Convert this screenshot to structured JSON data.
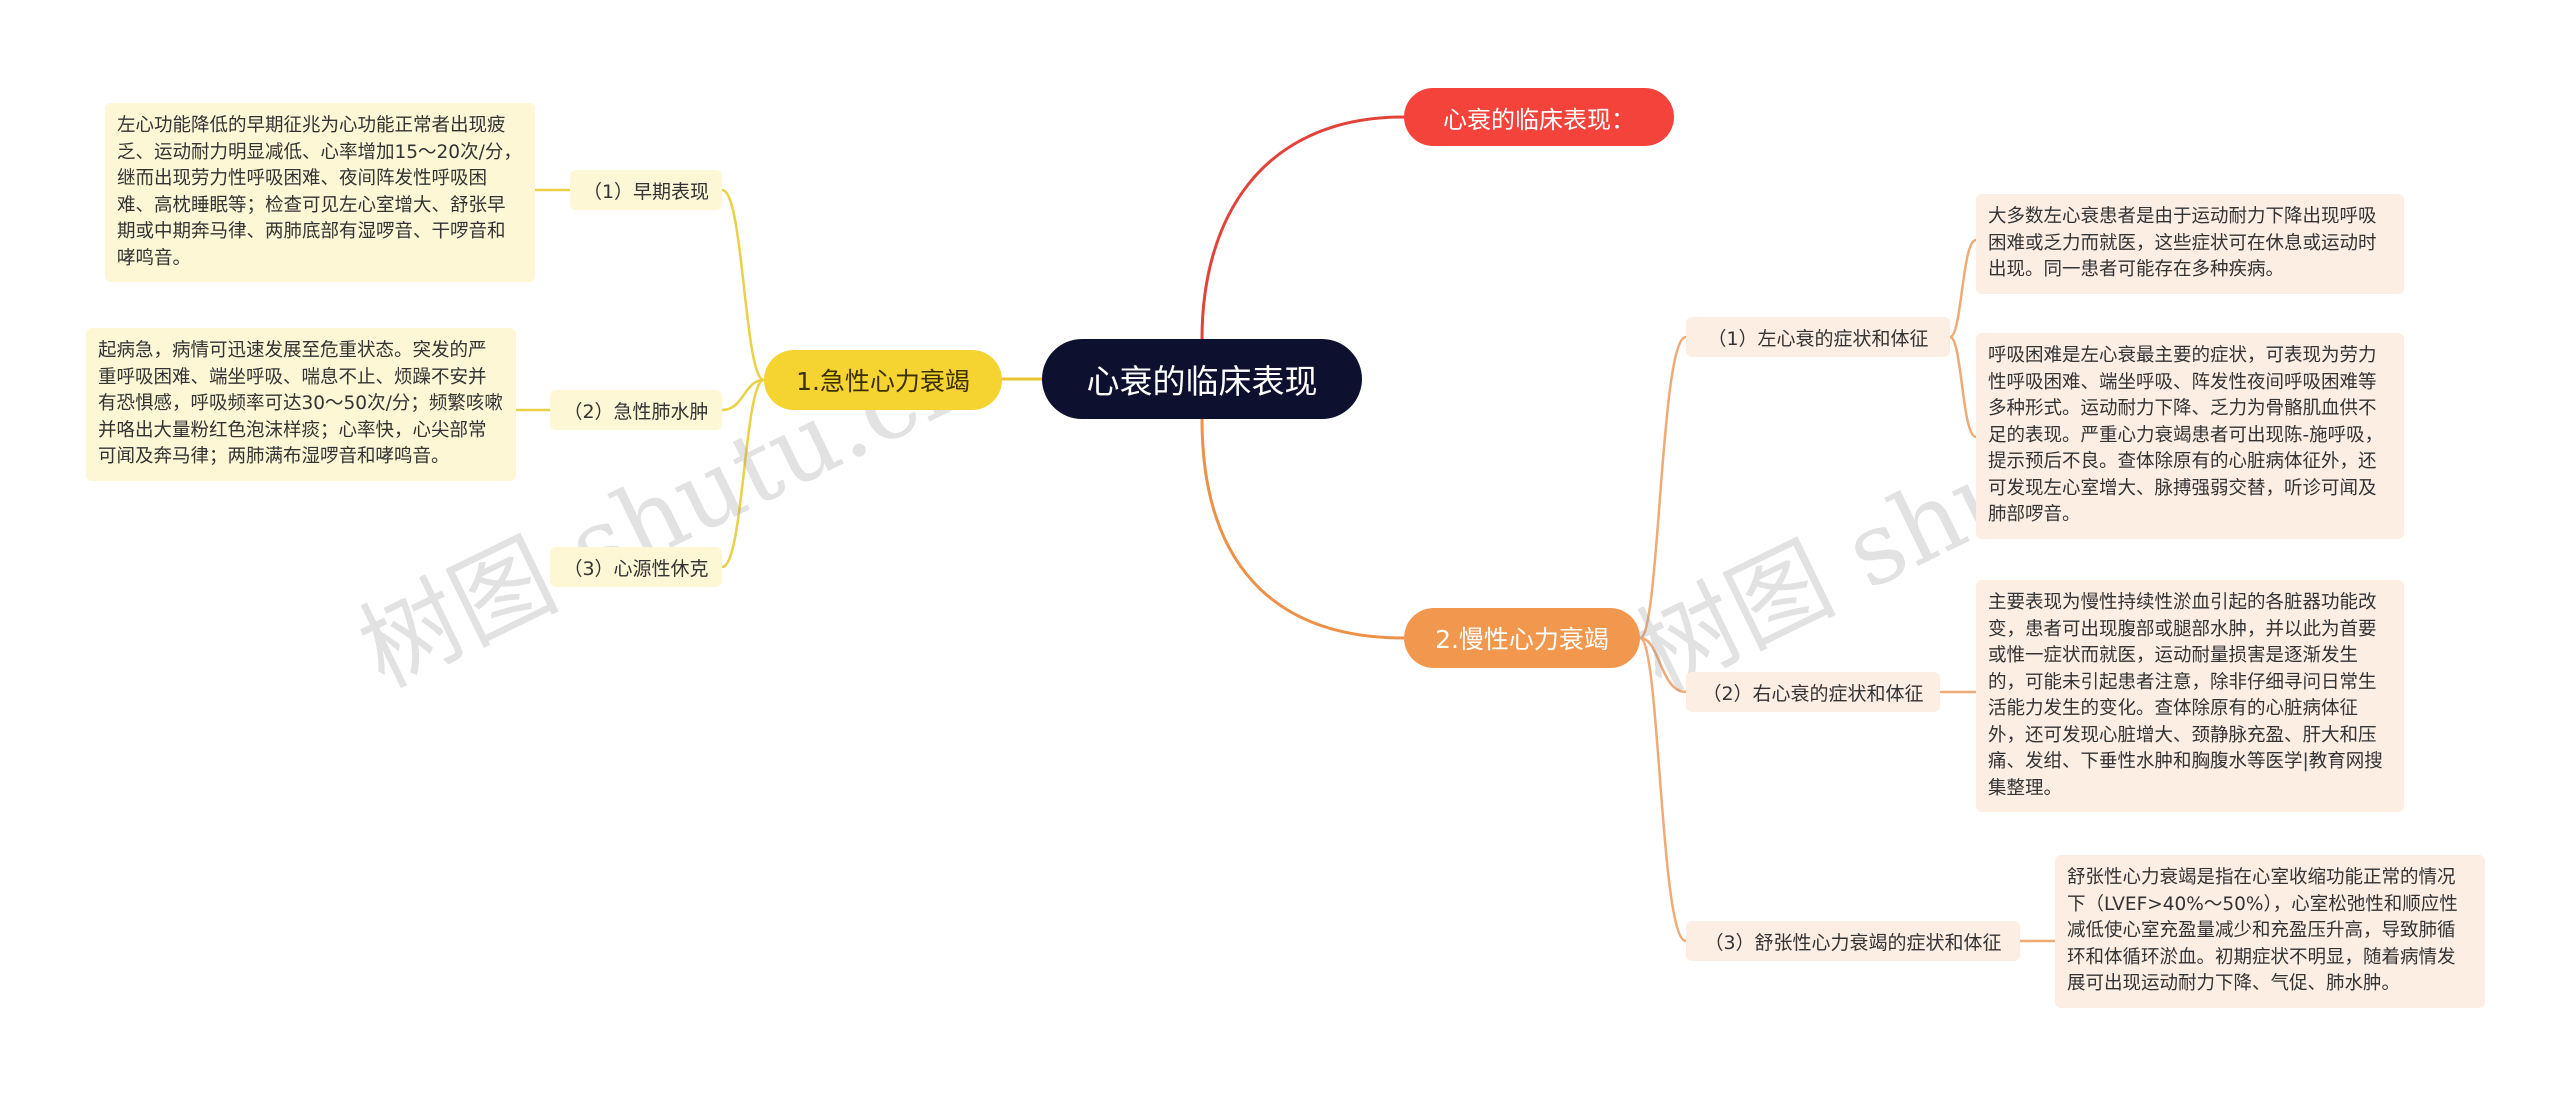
{
  "root": {
    "label": "心衰的临床表现"
  },
  "branches": {
    "intro": {
      "label": "心衰的临床表现：",
      "color": "#f4433b"
    },
    "acute": {
      "label": "1.急性心力衰竭",
      "color": "#f5d331",
      "children": [
        {
          "label": "（1）早期表现",
          "detail": "左心功能降低的早期征兆为心功能正常者出现疲乏、运动耐力明显减低、心率增加15～20次/分，继而出现劳力性呼吸困难、夜间阵发性呼吸困难、高枕睡眠等；检查可见左心室增大、舒张早期或中期奔马律、两肺底部有湿啰音、干啰音和哮鸣音。"
        },
        {
          "label": "（2）急性肺水肿",
          "detail": "起病急，病情可迅速发展至危重状态。突发的严重呼吸困难、端坐呼吸、喘息不止、烦躁不安并有恐惧感，呼吸频率可达30～50次/分；频繁咳嗽并咯出大量粉红色泡沫样痰；心率快，心尖部常可闻及奔马律；两肺满布湿啰音和哮鸣音。"
        },
        {
          "label": "（3）心源性休克"
        }
      ]
    },
    "chronic": {
      "label": "2.慢性心力衰竭",
      "color": "#f2984e",
      "children": [
        {
          "label": "（1）左心衰的症状和体征",
          "details": [
            "大多数左心衰患者是由于运动耐力下降出现呼吸困难或乏力而就医，这些症状可在休息或运动时出现。同一患者可能存在多种疾病。",
            "呼吸困难是左心衰最主要的症状，可表现为劳力性呼吸困难、端坐呼吸、阵发性夜间呼吸困难等多种形式。运动耐力下降、乏力为骨骼肌血供不足的表现。严重心力衰竭患者可出现陈-施呼吸，提示预后不良。查体除原有的心脏病体征外，还可发现左心室增大、脉搏强弱交替，听诊可闻及肺部啰音。"
          ]
        },
        {
          "label": "（2）右心衰的症状和体征",
          "detail": "主要表现为慢性持续性淤血引起的各脏器功能改变，患者可出现腹部或腿部水肿，并以此为首要或惟一症状而就医，运动耐量损害是逐渐发生的，可能未引起患者注意，除非仔细寻问日常生活能力发生的变化。查体除原有的心脏病体征外，还可发现心脏增大、颈静脉充盈、肝大和压痛、发绀、下垂性水肿和胸腹水等医学|教育网搜集整理。"
        },
        {
          "label": "（3）舒张性心力衰竭的症状和体征",
          "detail": "舒张性心力衰竭是指在心室收缩功能正常的情况下（LVEF>40%～50%），心室松弛性和顺应性减低使心室充盈量减少和充盈压升高，导致肺循环和体循环淤血。初期症状不明显，随着病情发展可出现运动耐力下降、气促、肺水肿。"
        }
      ]
    }
  },
  "watermarks": [
    "树图 shutu.cn",
    "树图 shu"
  ]
}
